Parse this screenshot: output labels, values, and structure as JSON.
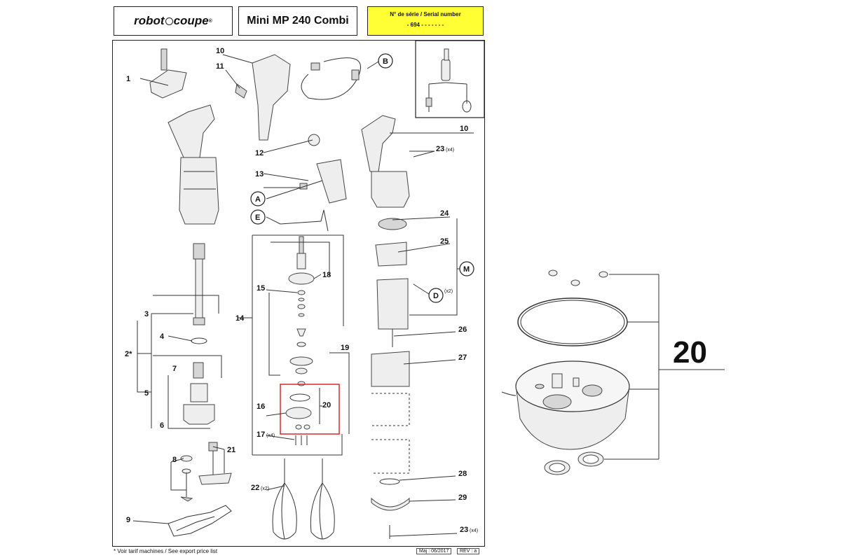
{
  "header": {
    "brand_left": "robot",
    "brand_right": "coupe",
    "brand_mark": "®",
    "model": "Mini MP 240 Combi",
    "serial_label": "N° de série / Serial number",
    "serial_value": "- 694 - - - - -     - -"
  },
  "labels": {
    "l1": "1",
    "l2": "2*",
    "l3": "3",
    "l4": "4",
    "l5": "5",
    "l6": "6",
    "l7": "7",
    "l8": "8",
    "l9": "9",
    "l10a": "10",
    "l10b": "10",
    "l11": "11",
    "l12": "12",
    "l13": "13",
    "l14": "14",
    "l15": "15",
    "l16": "16",
    "l17": "17",
    "l17x": "(x4)",
    "l18": "18",
    "l19": "19",
    "l20": "20",
    "l21": "21",
    "l22": "22",
    "l22x": "(x2)",
    "l23a": "23",
    "l23ax": "(x4)",
    "l23b": "23",
    "l23bx": "(x4)",
    "l24": "24",
    "l25": "25",
    "l26": "26",
    "l27": "27",
    "l28": "28",
    "l29": "29",
    "la": "A",
    "lb": "B",
    "ld": "D",
    "ldx": "(x2)",
    "le": "E",
    "lm": "M"
  },
  "zoom_label": "20",
  "footer": {
    "note": "* Voir tarif machines / See export price list",
    "date": "Maj : 06/2017",
    "rev": "REV : a"
  },
  "colors": {
    "serial_bg": "#ffff33",
    "highlight": "#d9262c"
  }
}
